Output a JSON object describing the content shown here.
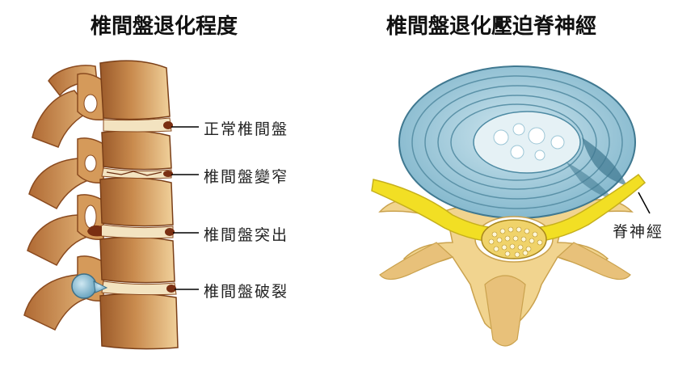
{
  "left_panel": {
    "title": "椎間盤退化程度",
    "labels": [
      "正常椎間盤",
      "椎間盤變窄",
      "椎間盤突出",
      "椎間盤破裂"
    ]
  },
  "right_panel": {
    "title": "椎間盤退化壓迫脊神經",
    "nerve_label": "脊神經"
  },
  "colors": {
    "bone": "#e8c184",
    "bone_shadow": "#b4743c",
    "vertebra_dark": "#8f4f23",
    "disc_blue": "#8fc3d7",
    "disc_light": "#dfeff4",
    "nerve": "#f2df24",
    "nerve_outline": "#c6b01c"
  }
}
